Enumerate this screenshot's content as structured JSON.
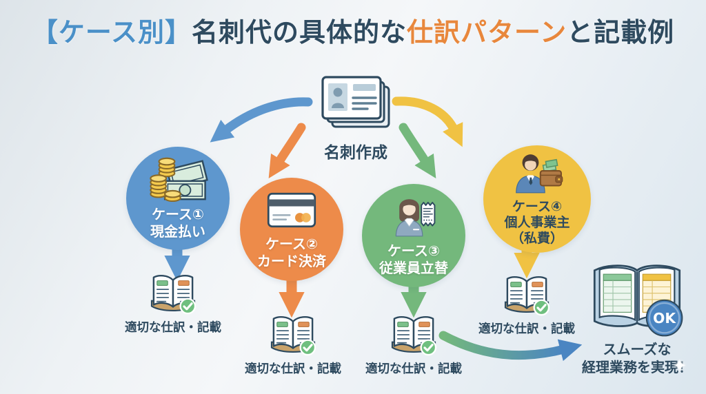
{
  "title": {
    "prefix": "【ケース別】",
    "main": "名刺代の具体的な",
    "highlight": "仕訳パターン",
    "suffix": "と記載例"
  },
  "source": {
    "label": "名刺作成"
  },
  "cases": [
    {
      "title": "ケース①",
      "subtitle": "現金払い",
      "icon": "cash-icon",
      "color_key": "blue"
    },
    {
      "title": "ケース②",
      "subtitle": "カード決済",
      "icon": "credit-card-icon",
      "color_key": "orange"
    },
    {
      "title": "ケース③",
      "subtitle": "従業員立替",
      "icon": "employee-receipt-icon",
      "color_key": "green"
    },
    {
      "title": "ケース④",
      "subtitle": "個人事業主",
      "subtitle2": "（私費）",
      "icon": "owner-wallet-icon",
      "color_key": "yellow"
    }
  ],
  "outcomes": [
    {
      "label": "適切な仕訳・記載"
    },
    {
      "label": "適切な仕訳・記載"
    },
    {
      "label": "適切な仕訳・記載"
    },
    {
      "label": "適切な仕訳・記載"
    }
  ],
  "result": {
    "badge": "OK",
    "line1": "スムーズな",
    "line2": "経理業務を実現！"
  },
  "icons": {
    "sparkle": "✦"
  },
  "colors": {
    "blue": "#5e97ce",
    "orange": "#ed8b4a",
    "green": "#74b87c",
    "yellow": "#f0c243",
    "navy": "#2e4a5f",
    "title_blue": "#4a90c8",
    "highlight_orange": "#e8873c",
    "badge_blue": "#4a85c2",
    "check_green": "#6fbf7f"
  }
}
